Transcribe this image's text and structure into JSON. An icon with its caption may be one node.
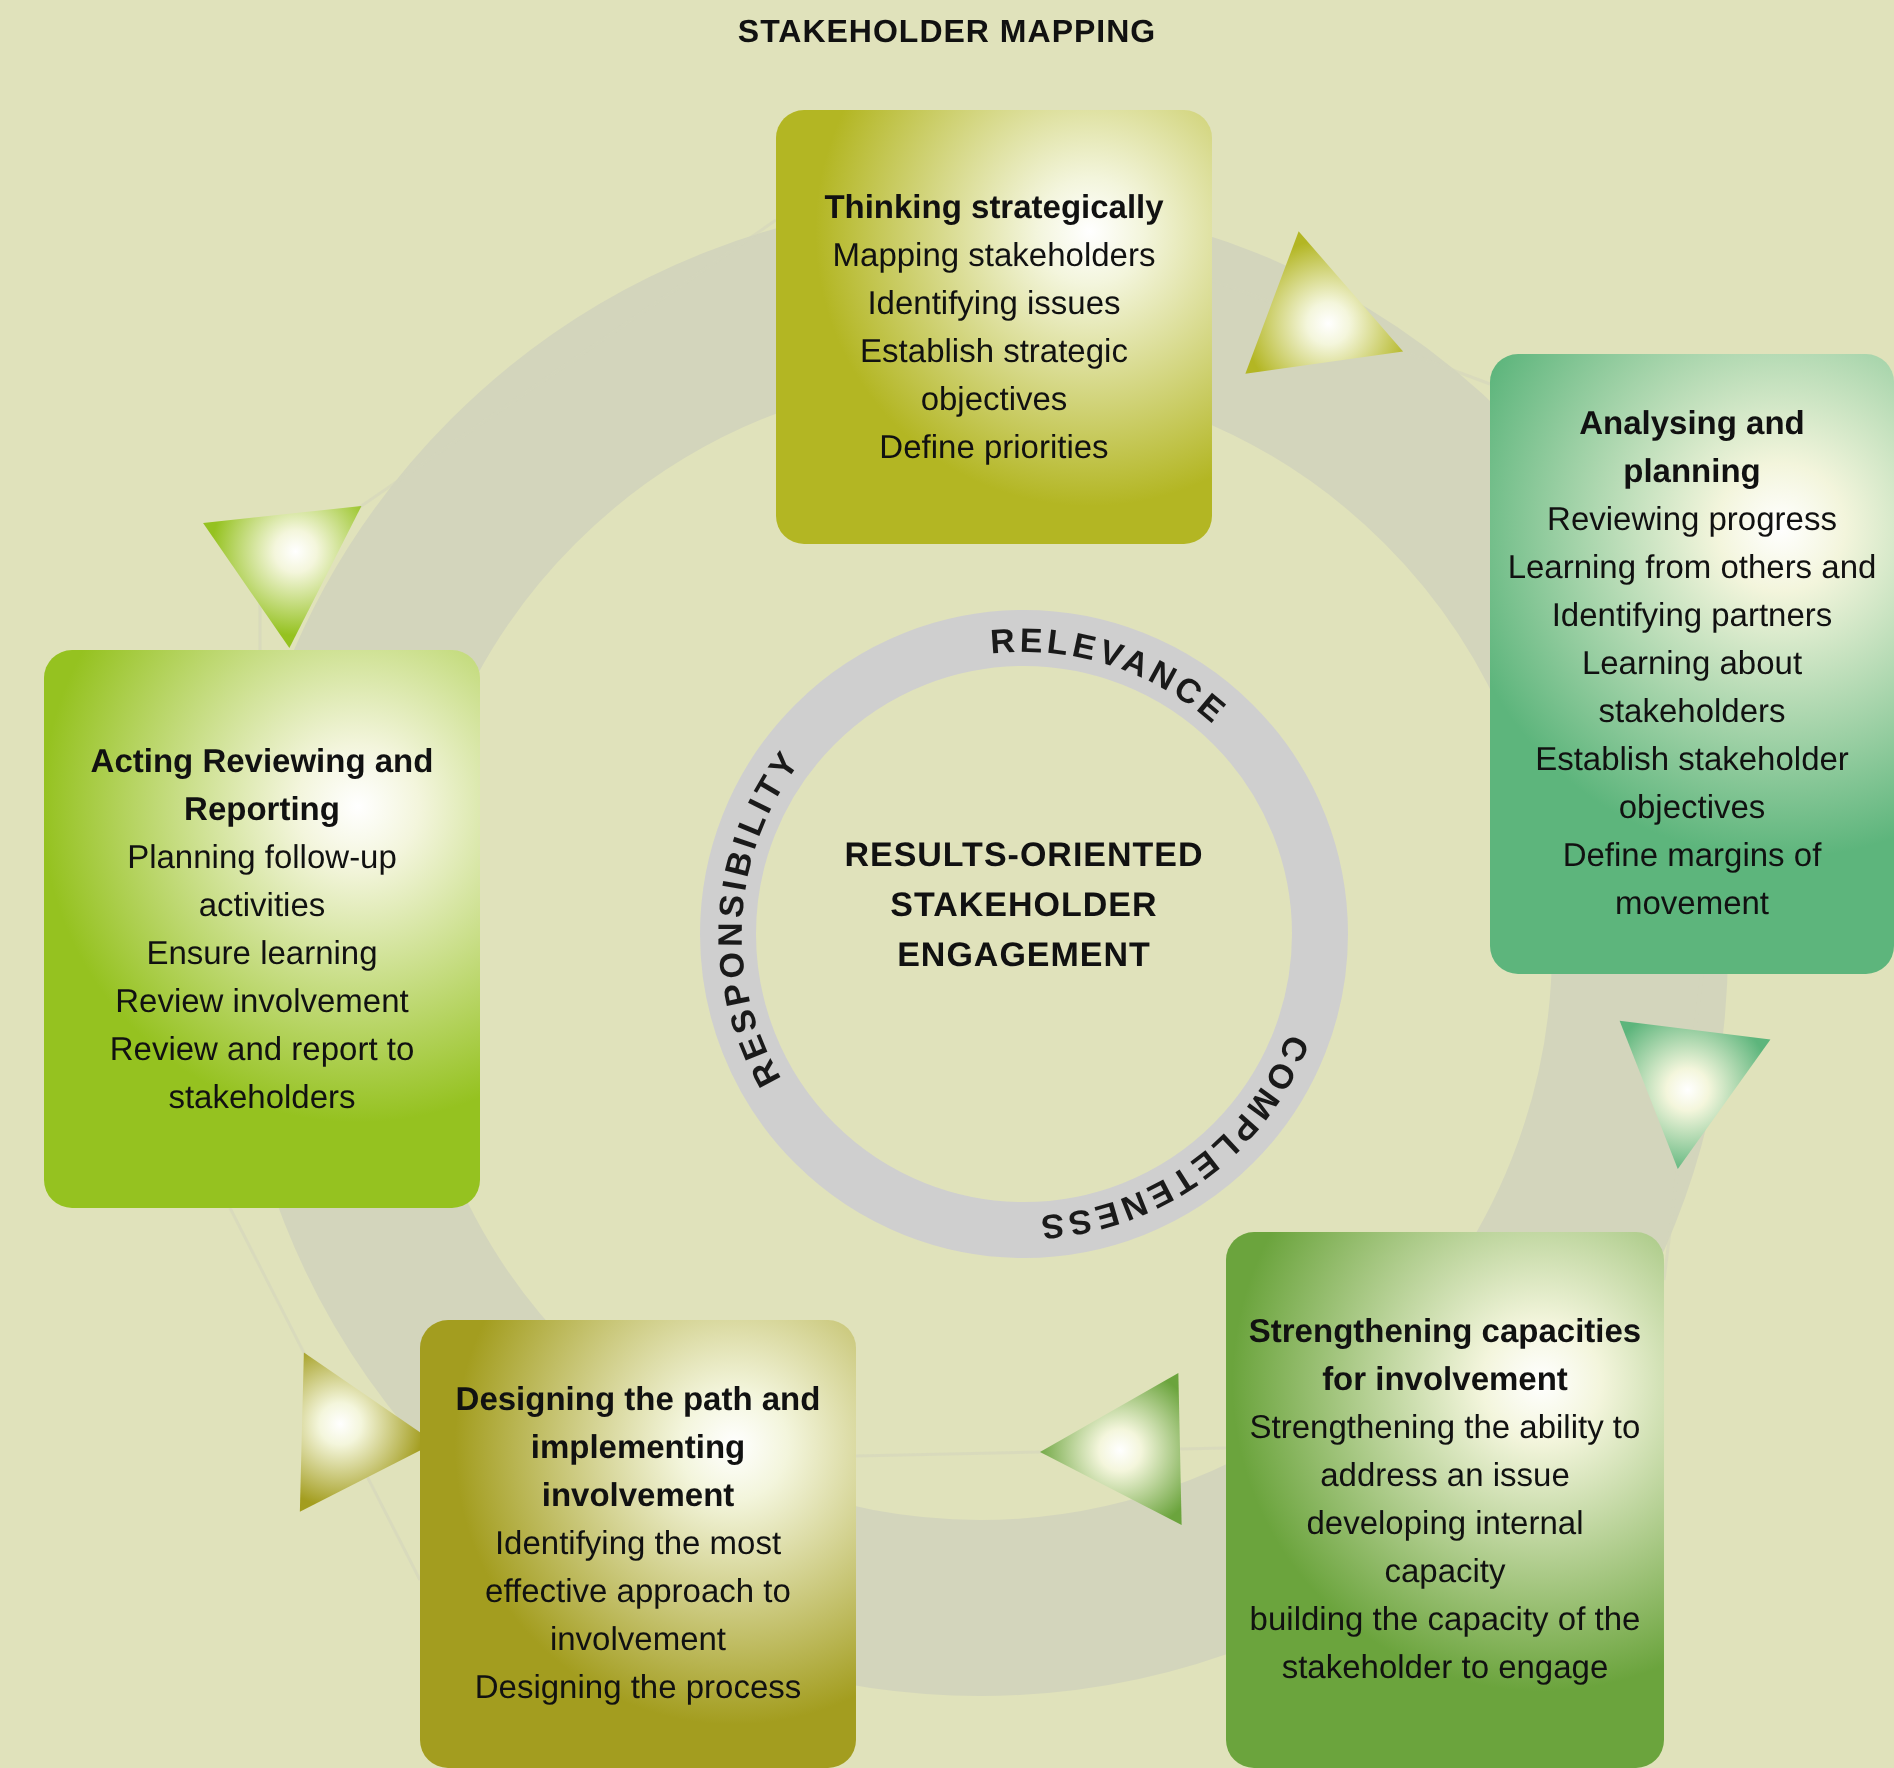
{
  "diagram": {
    "title": "STAKEHOLDER MAPPING",
    "nodes": [
      {
        "text": [
          "Thinking strategically",
          "Mapping stakeholders",
          "Identifying issues",
          "Establish strategic objectives",
          "Define priorities"
        ]
      },
      {
        "text": [
          "Analysing and planning",
          "Reviewing progress",
          "Learning from others and Identifying partners",
          "Learning about stakeholders",
          "Establish stakeholder objectives",
          "Define margins of movement"
        ]
      },
      {
        "text": [
          "Strengthening capacities for involvement",
          "Strengthening the ability to address an issue",
          "developing internal capacity",
          "building the capacity of the stakeholder to engage"
        ]
      },
      {
        "text": [
          "Designing the path and implementing involvement",
          "Identifying the most effective approach to involvement",
          "Designing the process"
        ]
      },
      {
        "text": [
          "Acting Reviewing and Reporting",
          "Planning follow-up activities",
          "Ensure learning",
          "Review involvement",
          "Review and report to stakeholders"
        ]
      },
      {
        "text": [
          "RESULTS-ORIENTED STAKEHOLDER ENGAGEMENT"
        ]
      }
    ],
    "edges": [
      {
        "from": 0,
        "to": 1,
        "arrow": "to"
      },
      {
        "from": 1,
        "to": 2,
        "arrow": "to"
      },
      {
        "from": 2,
        "to": 3,
        "arrow": "to"
      },
      {
        "from": 3,
        "to": 4,
        "arrow": "to"
      },
      {
        "from": 4,
        "to": 0,
        "arrow": "to"
      }
    ],
    "labels": [
      "RELEVANCE",
      "RESPONSIBILITY",
      "COMPLETENESS"
    ]
  }
}
